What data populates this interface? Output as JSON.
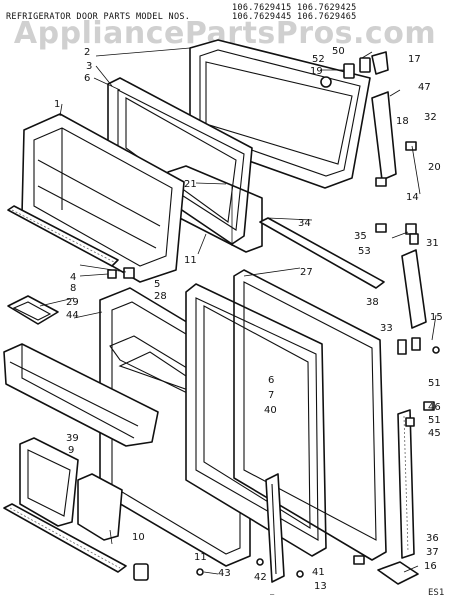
{
  "header": {
    "title": "REFRIGERATOR DOOR PARTS MODEL NOS.",
    "models_row1": "106.7629415  106.7629425",
    "models_row2": "106.7629445  106.7629465"
  },
  "watermark": "AppliancePartsPros.com",
  "footer": {
    "code": "ES1"
  },
  "part_labels": [
    "2",
    "3",
    "6",
    "1",
    "21",
    "11",
    "4",
    "8",
    "29",
    "44",
    "39",
    "9",
    "10",
    "5",
    "28",
    "27",
    "6",
    "7",
    "40",
    "42",
    "43",
    "11",
    "41",
    "13",
    "19",
    "52",
    "50",
    "17",
    "47",
    "18",
    "32",
    "20",
    "34",
    "35",
    "53",
    "14",
    "38",
    "31",
    "33",
    "15",
    "51",
    "46",
    "51",
    "45",
    "36",
    "37",
    "16"
  ]
}
